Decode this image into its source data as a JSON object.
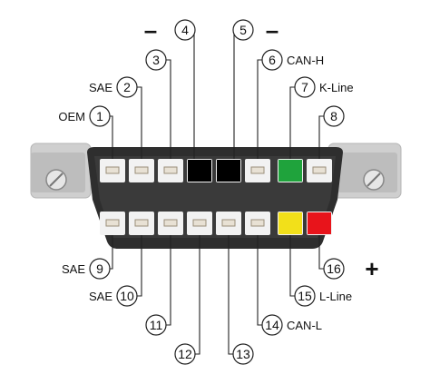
{
  "connector": {
    "pins": [
      {
        "n": "1",
        "label": "OEM",
        "color": "#e8e1d4"
      },
      {
        "n": "2",
        "label": "SAE",
        "color": "#e8e1d4"
      },
      {
        "n": "3",
        "label": "",
        "color": "#e8e1d4"
      },
      {
        "n": "4",
        "label": "",
        "color": "#000000"
      },
      {
        "n": "5",
        "label": "",
        "color": "#000000"
      },
      {
        "n": "6",
        "label": "CAN-H",
        "color": "#e8e1d4"
      },
      {
        "n": "7",
        "label": "K-Line",
        "color": "#1fa33c"
      },
      {
        "n": "8",
        "label": "",
        "color": "#e8e1d4"
      },
      {
        "n": "9",
        "label": "SAE",
        "color": "#e8e1d4"
      },
      {
        "n": "10",
        "label": "SAE",
        "color": "#e8e1d4"
      },
      {
        "n": "11",
        "label": "",
        "color": "#e8e1d4"
      },
      {
        "n": "12",
        "label": "",
        "color": "#e8e1d4"
      },
      {
        "n": "13",
        "label": "",
        "color": "#e8e1d4"
      },
      {
        "n": "14",
        "label": "CAN-L",
        "color": "#e8e1d4"
      },
      {
        "n": "15",
        "label": "L-Line",
        "color": "#f2e01a"
      },
      {
        "n": "16",
        "label": "",
        "color": "#e8141b"
      }
    ],
    "minus_sign": "–",
    "plus_sign": "+"
  },
  "colors": {
    "body": "#2e2e2e",
    "bracket": "#cfcfcf",
    "cavity": "#f2f2f2",
    "leader": "#222222"
  }
}
